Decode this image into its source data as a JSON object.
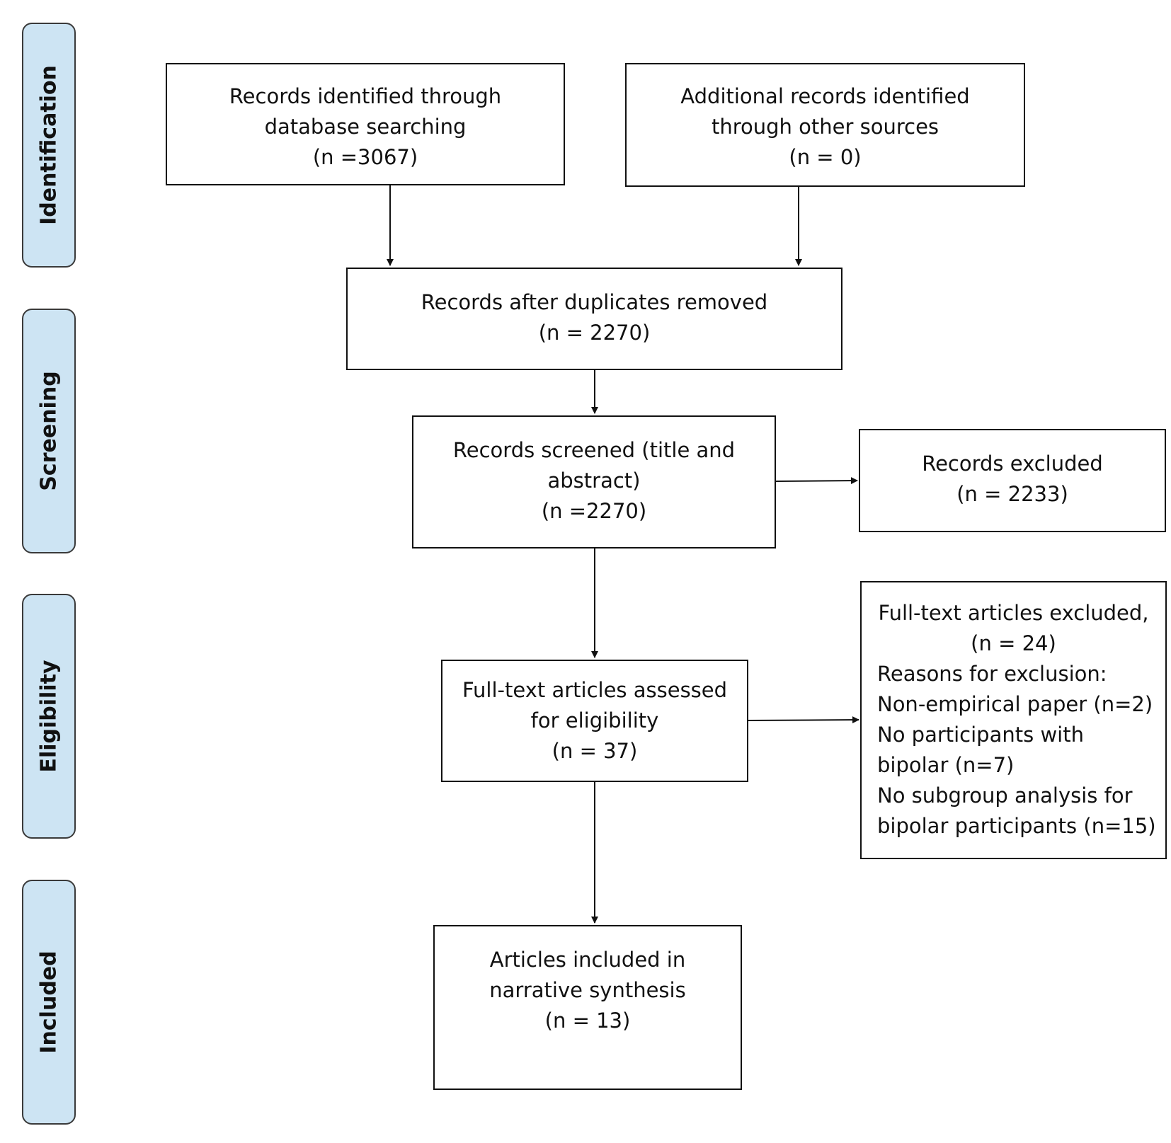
{
  "phases": {
    "identification": "Identification",
    "screening": "Screening",
    "eligibility": "Eligibility",
    "included": "Included"
  },
  "boxes": {
    "database": [
      "Records identified through",
      "database searching",
      "(n =3067)"
    ],
    "other_sources": [
      "Additional records identified",
      "through other sources",
      "(n = 0)"
    ],
    "duplicates_removed": [
      "Records after duplicates removed",
      "(n = 2270)"
    ],
    "screened": [
      "Records screened (title and",
      "abstract)",
      "(n =2270)"
    ],
    "records_excluded": [
      "Records excluded",
      "(n = 2233)"
    ],
    "fulltext_assessed": [
      "Full-text articles assessed",
      "for eligibility",
      "(n = 37)"
    ],
    "fulltext_excluded": {
      "title": [
        "Full-text articles excluded,",
        "(n = 24)"
      ],
      "reasons": [
        "Reasons for exclusion:",
        "Non-empirical paper (n=2)",
        "No participants with",
        "bipolar (n=7)",
        "No subgroup analysis for",
        "bipolar participants (n=15)"
      ]
    },
    "included": [
      "Articles included in",
      "narrative synthesis",
      "(n = 13)"
    ]
  }
}
